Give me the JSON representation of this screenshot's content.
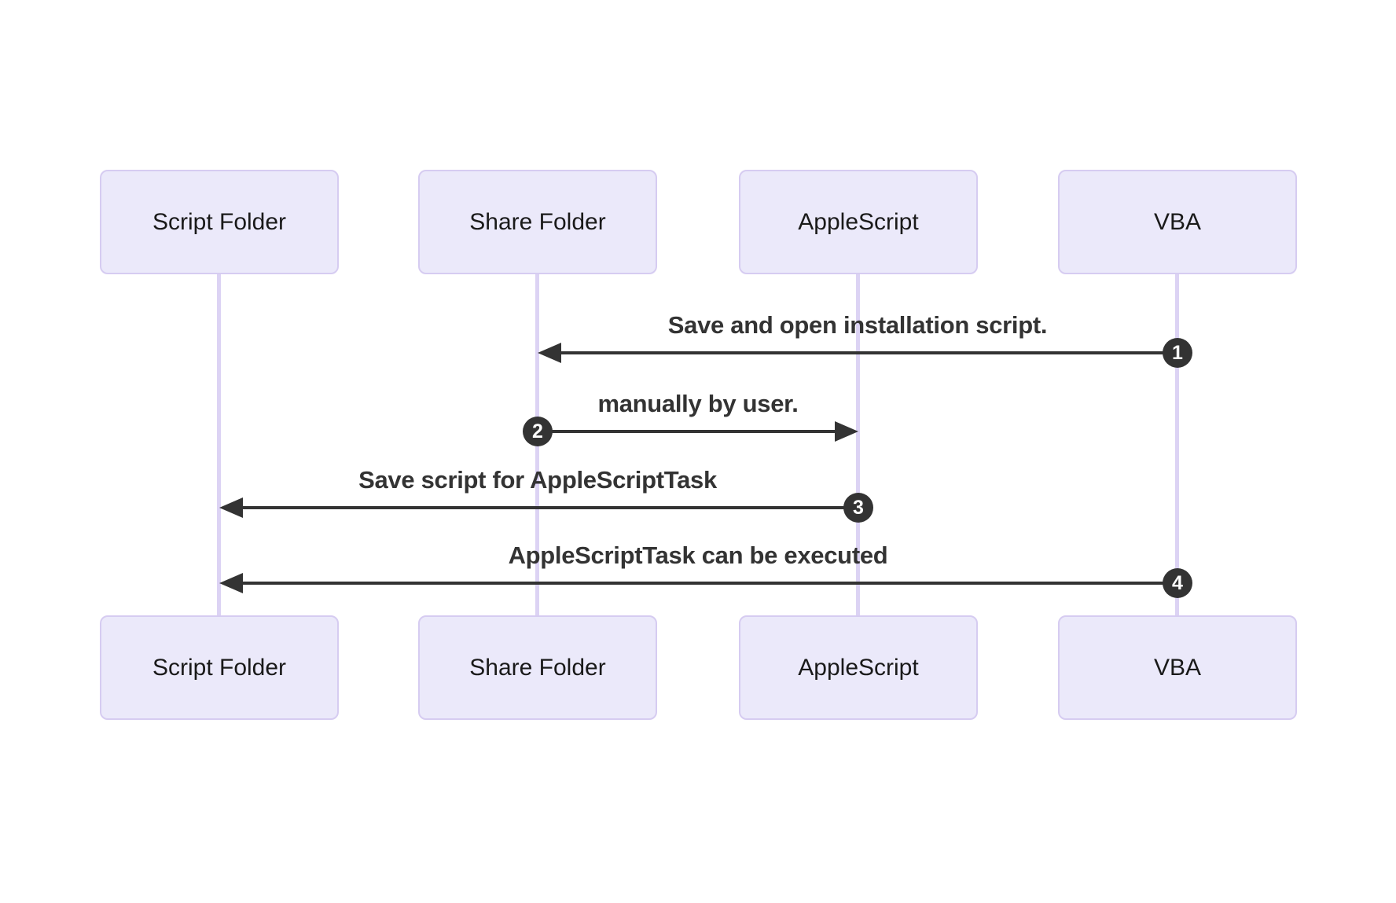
{
  "diagram": {
    "type": "sequence",
    "background": "#ffffff",
    "actor_fill": "#ebe9fa",
    "actor_border": "#d6ccf1",
    "lifeline_color": "#dcd3f4",
    "arrow_color": "#333333",
    "number_badge_bg": "#333333",
    "number_badge_fg": "#ffffff",
    "actors": [
      {
        "id": "script-folder",
        "label": "Script Folder"
      },
      {
        "id": "share-folder",
        "label": "Share Folder"
      },
      {
        "id": "applescript",
        "label": "AppleScript"
      },
      {
        "id": "vba",
        "label": "VBA"
      }
    ],
    "messages": [
      {
        "num": "1",
        "text": "Save and open installation script.",
        "from": "VBA",
        "to": "Share Folder",
        "direction": "left"
      },
      {
        "num": "2",
        "text": "manually by user.",
        "from": "Share Folder",
        "to": "AppleScript",
        "direction": "right"
      },
      {
        "num": "3",
        "text": "Save script for AppleScriptTask",
        "from": "AppleScript",
        "to": "Script Folder",
        "direction": "left"
      },
      {
        "num": "4",
        "text": "AppleScriptTask can be executed",
        "from": "VBA",
        "to": "Script Folder",
        "direction": "left"
      }
    ]
  }
}
